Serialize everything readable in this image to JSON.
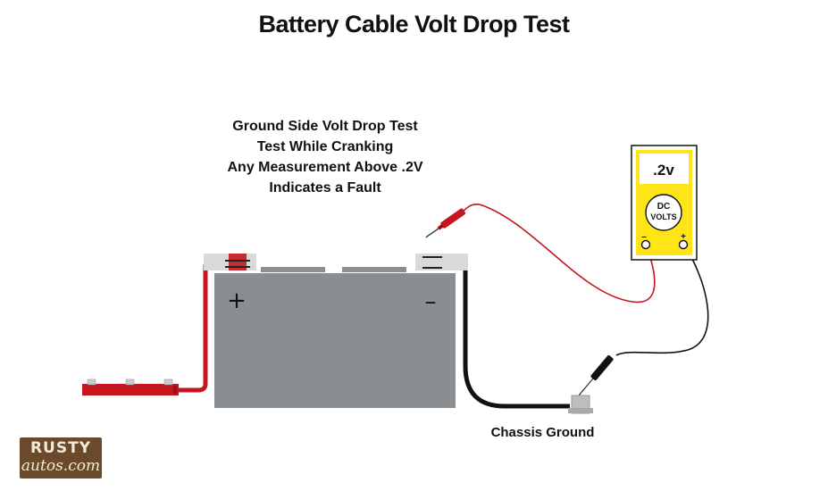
{
  "title": "Battery Cable Volt Drop Test",
  "notes": [
    "Ground Side Volt Drop Test",
    "Test While Cranking",
    "Any Measurement Above .2V",
    "Indicates a Fault"
  ],
  "battery": {
    "positive_symbol": "+",
    "negative_symbol": "–"
  },
  "meter": {
    "reading": ".2v",
    "dial_line1": "DC",
    "dial_line2": "VOLTS",
    "neg_symbol": "–",
    "pos_symbol": "+"
  },
  "chassis_label": "Chassis Ground",
  "logo": {
    "line1": "RUSTY",
    "line2": "autos.com"
  },
  "colors": {
    "red_cable": "#c4161c",
    "black_cable": "#111111",
    "battery_body": "#8a8e91",
    "meter_yellow": "#ffe418"
  }
}
